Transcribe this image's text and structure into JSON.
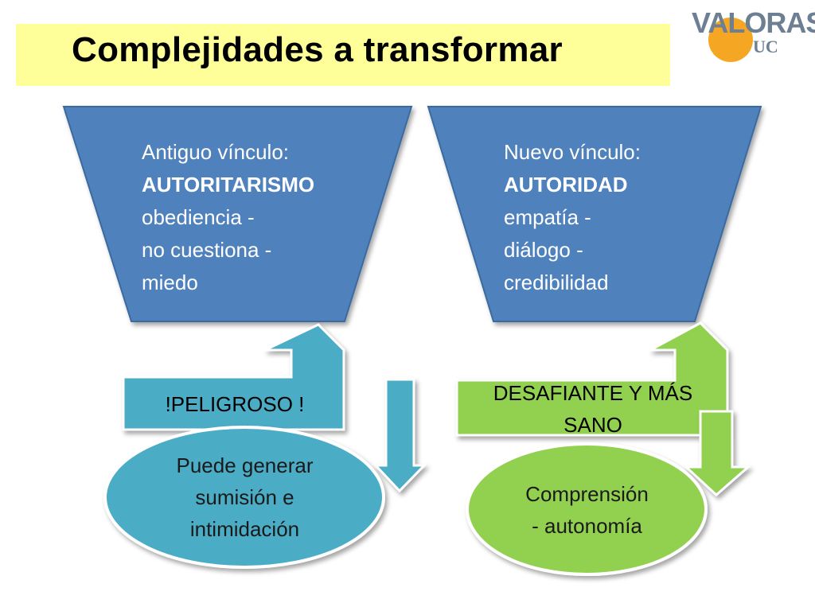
{
  "slide": {
    "title": "Complejidades a transformar",
    "logo": {
      "main": "VALORAS",
      "sub": "UC"
    }
  },
  "left": {
    "funnel": {
      "line1": "Antiguo vínculo:",
      "line2": "AUTORITARISMO",
      "line3": "obediencia -",
      "line4": "no cuestiona -",
      "line5": "miedo"
    },
    "arrow_label": "!PELIGROSO !",
    "result": {
      "line1": "Puede generar",
      "line2": "sumisión e",
      "line3": "intimidación"
    }
  },
  "right": {
    "funnel": {
      "line1": "Nuevo vínculo:",
      "line2": "AUTORIDAD",
      "line3": "empatía -",
      "line4": "diálogo -",
      "line5": "credibilidad"
    },
    "arrow_label": {
      "line1": "DESAFIANTE Y MÁS",
      "line2": "SANO"
    },
    "result": {
      "line1": "Comprensión",
      "line2": "- autonomía"
    }
  },
  "colors": {
    "title_bg": "#ffff99",
    "funnel_blue": "#4f81bd",
    "teal": "#4bacc6",
    "green": "#92d050",
    "logo_gray": "#6d7f92",
    "logo_orange": "#f5a623"
  }
}
